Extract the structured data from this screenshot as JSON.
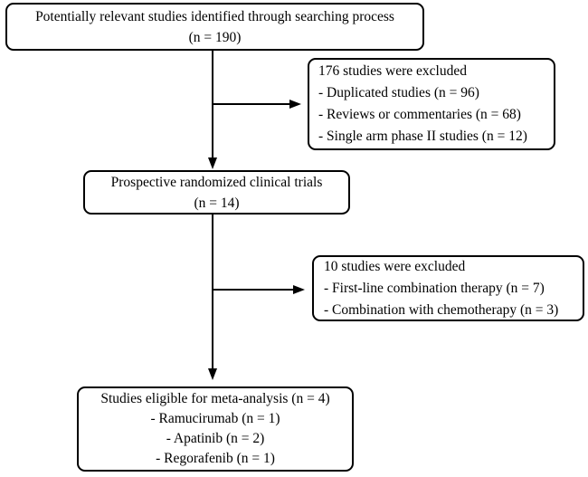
{
  "flowchart": {
    "colors": {
      "border": "#000000",
      "text": "#000000",
      "background": "#ffffff"
    },
    "boxes": {
      "identified": {
        "lines": [
          "Potentially relevant studies identified through searching process",
          "(n = 190)"
        ]
      },
      "excluded_first": {
        "lines": [
          "176 studies were excluded",
          "- Duplicated studies (n = 96)",
          "- Reviews or commentaries (n = 68)",
          "- Single arm phase II studies (n = 12)"
        ]
      },
      "randomized": {
        "lines": [
          "Prospective randomized clinical trials",
          "(n = 14)"
        ]
      },
      "excluded_second": {
        "lines": [
          "10 studies were excluded",
          "- First-line combination therapy (n = 7)",
          "- Combination with chemotherapy (n = 3)"
        ]
      },
      "eligible": {
        "lines": [
          "Studies eligible for meta-analysis (n = 4)",
          "- Ramucirumab (n = 1)",
          "- Apatinib (n = 2)",
          "- Regorafenib (n = 1)"
        ]
      }
    }
  }
}
